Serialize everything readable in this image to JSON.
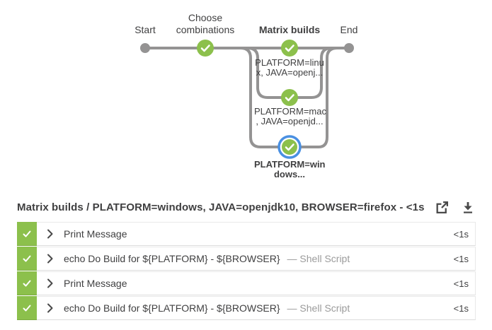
{
  "colors": {
    "success_green": "#8cc04c",
    "selected_ring_blue": "#4a90e2",
    "graph_line_gray": "#949393",
    "text_dark": "#3f3f40",
    "text_muted": "#9b9b9b"
  },
  "pipeline_graph": {
    "stages": [
      {
        "label": "Start",
        "type": "start"
      },
      {
        "label": "Choose combinations",
        "type": "success"
      },
      {
        "label": "Matrix builds",
        "type": "success-parallel"
      },
      {
        "label": "End",
        "type": "end"
      }
    ],
    "parallel_branches": [
      {
        "status": "success",
        "selected": false,
        "label_lines": {
          "0": "PLATFORM=linu",
          "1": "x, JAVA=openj..."
        }
      },
      {
        "status": "success",
        "selected": false,
        "label_lines": {
          "0": "PLATFORM=mac",
          "1": ", JAVA=openjd..."
        }
      },
      {
        "status": "success",
        "selected": true,
        "label_lines": {
          "0": "PLATFORM=win",
          "1": "dows..."
        }
      }
    ]
  },
  "steps_panel": {
    "title": "Matrix builds / PLATFORM=windows, JAVA=openjdk10, BROWSER=firefox - <1s",
    "actions": {
      "open_in_new": "open-in-new-window",
      "download": "download-logs"
    },
    "steps": [
      {
        "status": "success",
        "title": "Print Message",
        "subtitle": "",
        "duration": "<1s"
      },
      {
        "status": "success",
        "title": "echo Do Build for ${PLATFORM} - ${BROWSER}",
        "subtitle": "— Shell Script",
        "duration": "<1s"
      },
      {
        "status": "success",
        "title": "Print Message",
        "subtitle": "",
        "duration": "<1s"
      },
      {
        "status": "success",
        "title": "echo Do Build for ${PLATFORM} - ${BROWSER}",
        "subtitle": "— Shell Script",
        "duration": "<1s"
      }
    ]
  }
}
